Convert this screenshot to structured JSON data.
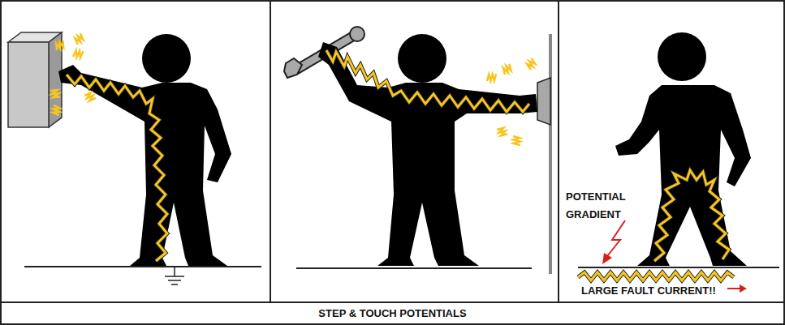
{
  "diagram": {
    "caption": "STEP & TOUCH POTENTIALS",
    "labels": [
      "POTENTIAL GRADIENT",
      "LARGE FAULT CURRENT!!"
    ]
  }
}
